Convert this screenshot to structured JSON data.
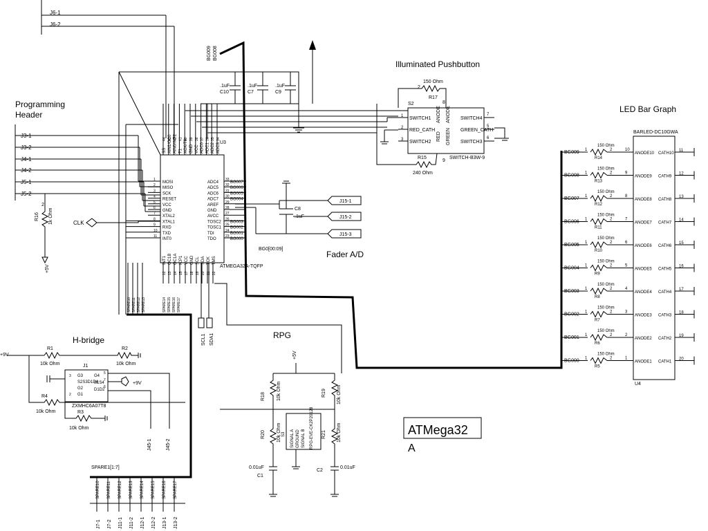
{
  "titles": {
    "programming": [
      "Programming",
      "Header"
    ],
    "pushbutton": "Illuminated Pushbutton",
    "led_bar": "LED Bar Graph",
    "hbridge": "H-bridge",
    "rpg": "RPG",
    "fader": "Fader A/D",
    "main_label_1": "ATMega32",
    "main_label_2": "A"
  },
  "connectors": {
    "top": [
      "J6-1",
      "J6-2"
    ],
    "prog": [
      "J3-1",
      "J3-2",
      "J4-1",
      "J4-2",
      "J5-1",
      "J5-2"
    ],
    "fader": [
      "J15-1",
      "J15-2",
      "J15-3"
    ],
    "hb": [
      "J45-1",
      "J45-2"
    ],
    "spare": [
      "J7-1",
      "J7-2",
      "J11-1",
      "J11-2",
      "J12-1",
      "J12-2",
      "J13-1",
      "J13-2"
    ],
    "led_out": [
      "11",
      "12",
      "13",
      "14",
      "15",
      "16",
      "17",
      "18",
      "19",
      "20"
    ],
    "i2c": [
      "SCL1",
      "SDA1"
    ]
  },
  "u3": {
    "ref": "U3",
    "part": "ATMEGA32A-TQFP",
    "bus": "BG0[00:09]",
    "left_pins": [
      "MOSI",
      "MISO",
      "SCK",
      "RESET",
      "VCC",
      "GND",
      "XTAL2",
      "XTAL1",
      "RXD",
      "TXD",
      "INT0"
    ],
    "left_nums": [
      "1",
      "2",
      "3",
      "4",
      "5",
      "6",
      "7",
      "8",
      "9",
      "10",
      "11"
    ],
    "right_pins": [
      "ADC4",
      "ADC5",
      "ADC6",
      "ADC7",
      "AREF",
      "GND",
      "AVCC",
      "TOSC2",
      "TOSC1",
      "TDI",
      "TDO"
    ],
    "right_nums": [
      "33",
      "32",
      "31",
      "30",
      "29",
      "28",
      "27",
      "26",
      "25",
      "24",
      "23"
    ],
    "right_nets": [
      "BG007",
      "BG006",
      "BG005",
      "BG004",
      "",
      "",
      "",
      "BG003",
      "BG002",
      "BG001",
      "BG000"
    ],
    "top_pins": [
      "SS",
      "AIN1/OC0",
      "AIN0/INT2",
      "T1",
      "XCK/T0",
      "GND",
      "VCC",
      "ADC0",
      "ADC1",
      "ADC2",
      "ADC3"
    ],
    "top_nums": [
      "44",
      "43",
      "42",
      "41",
      "40",
      "39",
      "38",
      "37",
      "36",
      "35",
      "34"
    ],
    "bottom_pins": [
      "INT1",
      "OC1B",
      "OC1A",
      "ICP1",
      "VCC",
      "GND",
      "SCL",
      "SDA",
      "TCK",
      "TMS"
    ],
    "bottom_nums": [
      "12",
      "13",
      "14",
      "15",
      "17",
      "18",
      "19",
      "20",
      "21",
      "22"
    ],
    "top_bus_nets": [
      "BG009",
      "BG008"
    ]
  },
  "caps": [
    {
      "ref": "C10",
      "val": ".1uF"
    },
    {
      "ref": "C7",
      "val": ".1uF"
    },
    {
      "ref": "C9",
      "val": ".1uF"
    },
    {
      "ref": "C8",
      "val": ".1uF"
    },
    {
      "ref": "C1",
      "val": "0.01uF"
    },
    {
      "ref": "C2",
      "val": "0.01uF"
    }
  ],
  "res": {
    "r16": {
      "ref": "R16",
      "val": "1k Ohm"
    },
    "r17": {
      "ref": "R17",
      "val": "150 Ohm"
    },
    "r15": {
      "ref": "R15",
      "val": "240 Ohm"
    },
    "r1": {
      "ref": "R1",
      "val": "10k Ohm"
    },
    "r2": {
      "ref": "R2",
      "val": "10k Ohm"
    },
    "r4": {
      "ref": "R4",
      "val": "10k Ohm"
    },
    "r3": {
      "ref": "R3",
      "val": "10k Ohm"
    },
    "r18": {
      "ref": "R18",
      "val": "10k Ohm"
    },
    "r19": {
      "ref": "R19",
      "val": "10k Ohm"
    },
    "r20": {
      "ref": "R20",
      "val": "10k Ohm"
    },
    "r21": {
      "ref": "R21",
      "val": "10k Ohm"
    }
  },
  "pushbutton": {
    "ref": "S2",
    "part": "SWITCH-B3W-9",
    "left": [
      "SWITCH1",
      "RED_CATH",
      "SWITCH2"
    ],
    "left_nums": [
      "1",
      "2",
      "3"
    ],
    "right": [
      "SWITCH4",
      "GREEN_CATH",
      "SWITCH3"
    ],
    "right_nums": [
      "7",
      "5",
      "6"
    ],
    "mid": [
      "RED",
      "ANODE",
      "GREEN",
      "ANODE"
    ],
    "top_num": "8",
    "bot_num": "9"
  },
  "led": {
    "ref": "U4",
    "part": "BARLED-DC10GWA",
    "nets": [
      "BG009",
      "BG008",
      "BG007",
      "BG006",
      "BG005",
      "BG004",
      "BG003",
      "BG002",
      "BG001",
      "BG000"
    ],
    "res_refs": [
      "R14",
      "R13",
      "R12",
      "R11",
      "R10",
      "R9",
      "R8",
      "R7",
      "R6",
      "R5"
    ],
    "res_val": "150 Ohm",
    "anodes": [
      "ANODE10",
      "ANODE9",
      "ANODE8",
      "ANODE7",
      "ANODE6",
      "ANODE5",
      "ANODE4",
      "ANODE3",
      "ANODE2",
      "ANODE1"
    ],
    "caths": [
      "CATH10",
      "CATH9",
      "CATH8",
      "CATH7",
      "CATH6",
      "CATH5",
      "CATH4",
      "CATH3",
      "CATH2",
      "CATH1"
    ],
    "pin_nums": [
      "10",
      "9",
      "8",
      "7",
      "6",
      "5",
      "4",
      "3",
      "2",
      "1"
    ]
  },
  "hbridge": {
    "ref": "J1",
    "part": "ZXMHC6A07T8",
    "left": [
      "G3",
      "S2S3D1D4",
      "G2",
      "G1"
    ],
    "right": [
      "G4",
      "S1S4",
      "D1D2"
    ],
    "left_nums": [
      "3",
      "",
      "",
      "2"
    ],
    "right_nums": [
      "5",
      "7",
      "6"
    ],
    "supply_left": "+9V",
    "supply_right": "+9V"
  },
  "rpg": {
    "ref": "S3",
    "part": "RPG-EVE-CK2P20128",
    "pins": [
      "SIGNAL A",
      "GROUND",
      "SIGNAL B"
    ],
    "supply": "+5V"
  },
  "power": {
    "prog_supply": "+5V"
  },
  "clk": "CLK",
  "spare_bus": "SPARE1[1:7]",
  "spare_left_labels": [
    "SPARE10",
    "SPARE11",
    "SPARE12",
    "SPARE13"
  ],
  "spare_nets_mid": [
    "SPARE14",
    "SPARE15",
    "SPARE16",
    "SPARE17"
  ],
  "spare_nets_bottom": [
    "SPARE10",
    "SPARE11",
    "SPARE12",
    "SPARE13",
    "SPARE14",
    "SPARE15",
    "SPARE16",
    "SPARE17"
  ]
}
